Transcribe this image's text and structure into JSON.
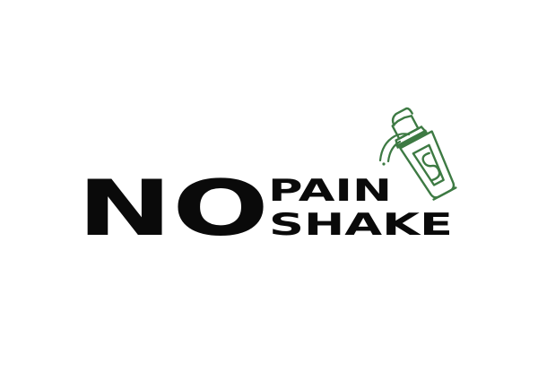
{
  "logo": {
    "big_word": "NO",
    "line1": "PAIN",
    "line2": "SHAKE",
    "text_color": "#0a0a0a",
    "icon_color": "#3d7a43",
    "icon": "shaker-bottle-icon"
  }
}
